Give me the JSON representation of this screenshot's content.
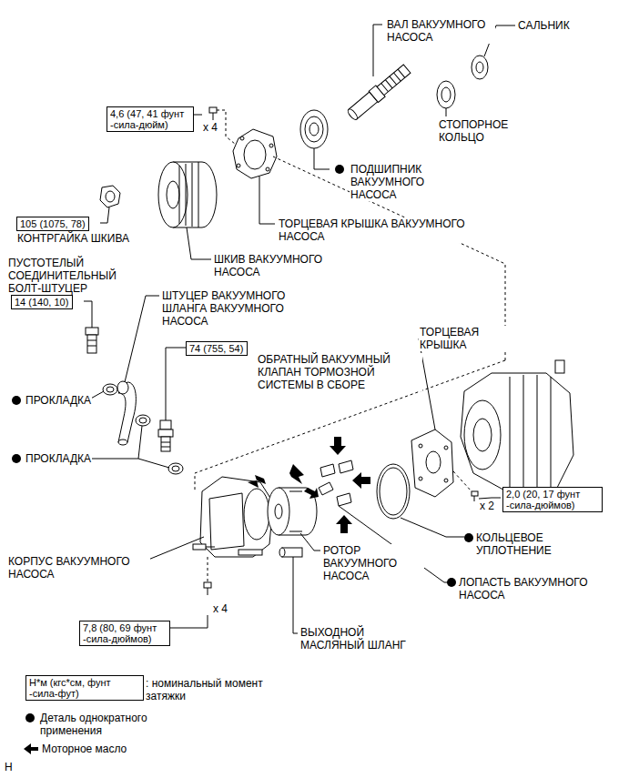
{
  "diagram": {
    "nodes": [
      {
        "text": [
          "4,6 (47, 41 фунт -сила-дюйм)"
        ]
      },
      {
        "text": [
          "105 (1075, 78)"
        ]
      },
      {
        "text": [
          "14 (140, 10)"
        ]
      },
      {
        "text": [
          "74 (755, 54)"
        ]
      },
      {
        "text": [
          "2,0 (20, 17 фунт -сила-дюймов)"
        ]
      },
      {
        "text": [
          "7,8 (80, 69 фунт -сила-дюймов)"
        ]
      },
      {
        "text": [
          "Н*м (кгс*см, фунт -сила-фут)"
        ]
      }
    ],
    "labels": [
      "ВАЛ ВАКУУМНОГО НАСОСА",
      "САЛЬНИК",
      "x 4",
      "СТОПОРНОЕ КОЛЬЦО",
      "ПОДШИПНИК ВАКУУМНОГО НАСОСА",
      "ТОРЦЕВАЯ КРЫШКА ВАКУУМНОГО НАСОСА",
      "КОНТРГАЙКА ШКИВА",
      "ШКИВ ВАКУУМНОГО НАСОСА",
      "ПУСТОТЕЛЫЙ СОЕДИНИТЕЛЬНЫЙ БОЛТ-ШТУЦЕР",
      "ШТУЦЕР ВАКУУМНОГО ШЛАНГА ВАКУУМНОГО НАСОСА",
      "ОБРАТНЫЙ ВАКУУМНЫЙ КЛАПАН ТОРМОЗНОЙ СИСТЕМЫ В СБОРЕ",
      "ТОРЦЕВАЯ КРЫШКА",
      "ПРОКЛАДКА",
      "ПРОКЛАДКА",
      "x 2",
      "КОЛЬЦЕВОЕ УПЛОТНЕНИЕ",
      "РОТОР ВАКУУМНОГО НАСОСА",
      "ЛОПАСТЬ ВАКУУМНОГО НАСОСА",
      "КОРПУС ВАКУУМНОГО НАСОСА",
      "x 4",
      "ВЫХОДНОЙ МАСЛЯНЫЙ ШЛАНГ",
      "H"
    ],
    "legend": [
      {
        "text": ": номинальный момент затяжки"
      },
      {
        "text": "Деталь однократного применения"
      },
      {
        "text": "Моторное масло"
      }
    ]
  }
}
